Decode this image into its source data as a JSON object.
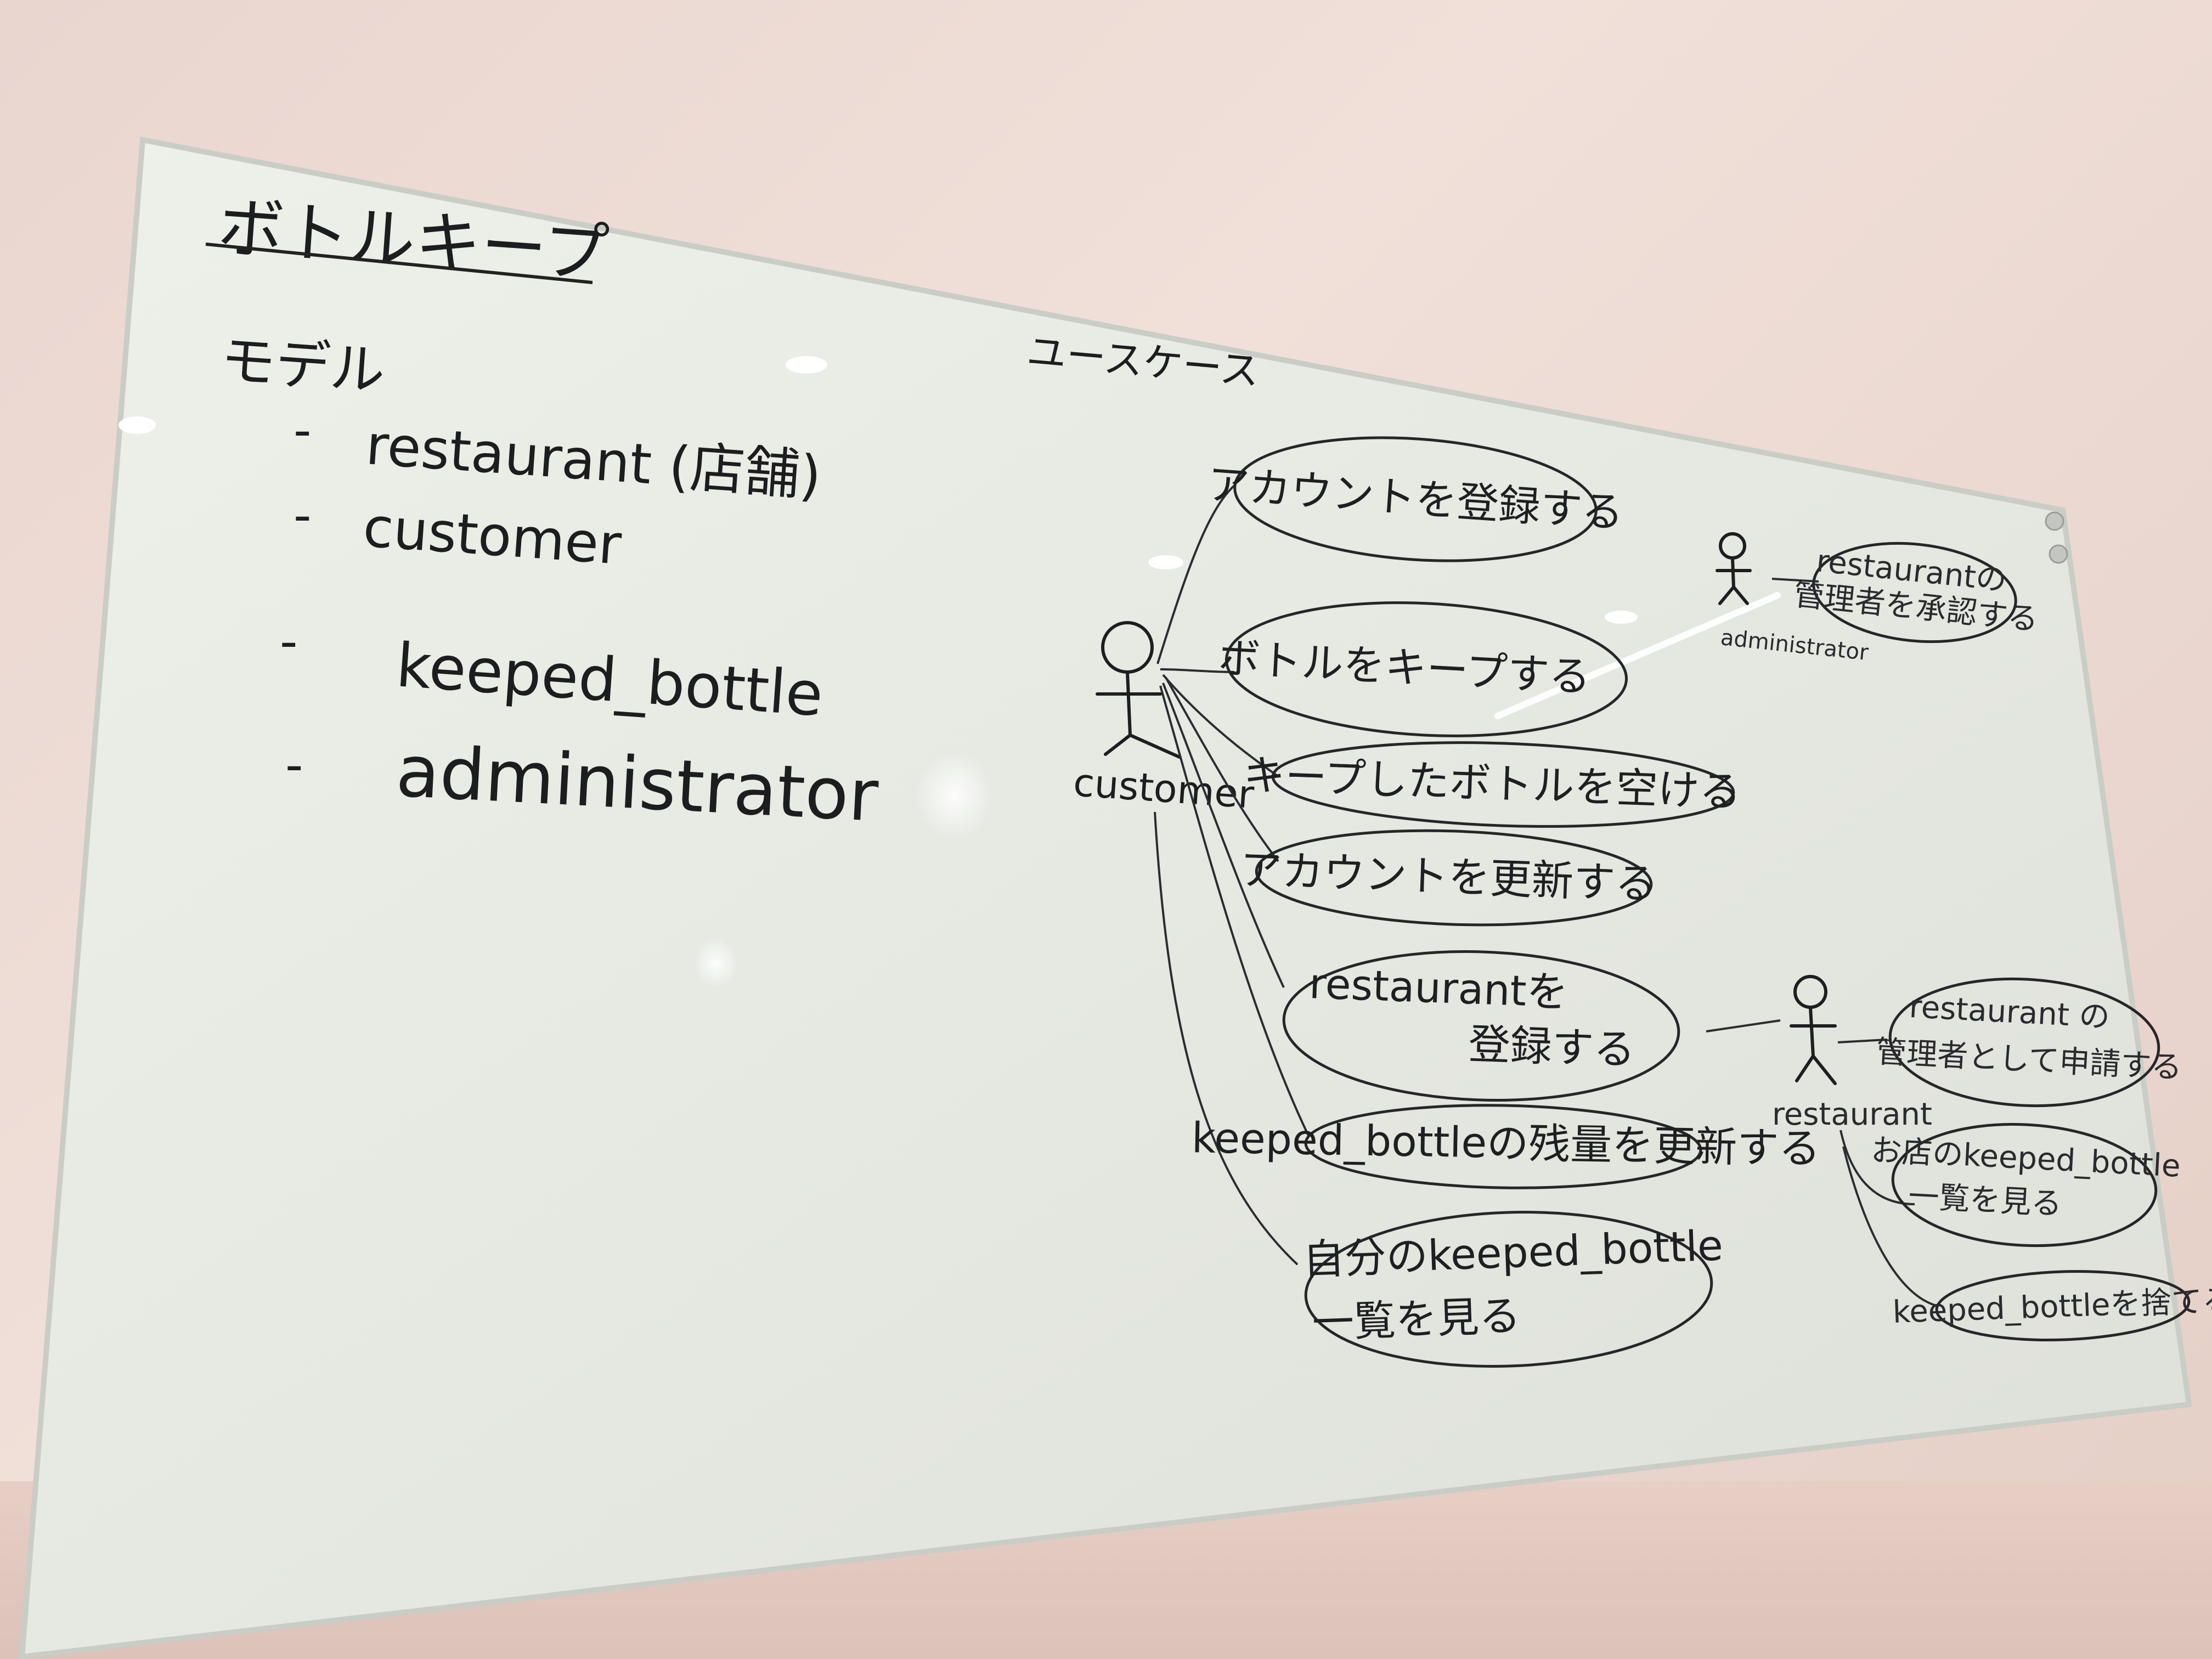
{
  "board": {
    "title": "ボトルキープ",
    "model_heading": "モデル",
    "models": [
      {
        "bullet": "-",
        "text": "restaurant (店舗)"
      },
      {
        "bullet": "-",
        "text": "customer"
      },
      {
        "bullet": "-",
        "text": "keeped_bottle"
      },
      {
        "bullet": "-",
        "text": "administrator"
      }
    ],
    "usecase_heading": "ユースケース"
  },
  "actors": {
    "customer": "customer",
    "administrator": "administrator",
    "restaurant": "restaurant"
  },
  "customer_usecases": [
    {
      "line1": "アカウントを登録する",
      "line2": ""
    },
    {
      "line1": "ボトルをキープする",
      "line2": ""
    },
    {
      "line1": "キープしたボトルを空ける",
      "line2": ""
    },
    {
      "line1": "アカウントを更新する",
      "line2": ""
    },
    {
      "line1": "restaurantを",
      "line2": "登録する"
    },
    {
      "line1": "keeped_bottleの残量を更新する",
      "line2": ""
    },
    {
      "line1": "自分のkeeped_bottle",
      "line2": "一覧を見る"
    }
  ],
  "administrator_usecases": [
    {
      "line1": "restaurantの",
      "line2": "管理者を承認する"
    }
  ],
  "restaurant_usecases": [
    {
      "line1": "restaurant の",
      "line2": "管理者として申請する"
    },
    {
      "line1": "お店のkeeped_bottle",
      "line2": "一覧を見る"
    },
    {
      "line1": "keeped_bottleを捨てる",
      "line2": ""
    }
  ]
}
